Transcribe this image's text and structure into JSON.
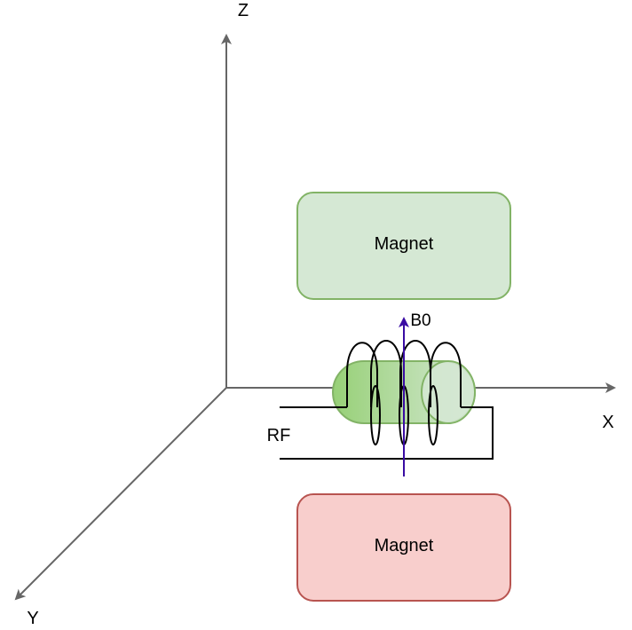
{
  "diagram": {
    "axes": {
      "z_label": "Z",
      "x_label": "X",
      "y_label": "Y"
    },
    "magnets": {
      "top_label": "Magnet",
      "bottom_label": "Magnet"
    },
    "field": {
      "label": "B0"
    },
    "coil": {
      "label": "RF"
    },
    "colors": {
      "axis": "#666666",
      "magnet_top_fill": "#d5e8d4",
      "magnet_top_stroke": "#82b366",
      "magnet_bottom_fill": "#f8cecc",
      "magnet_bottom_stroke": "#b85450",
      "sample_fill_left": "#97d077",
      "sample_fill_right": "#d5e8d4",
      "sample_stroke": "#82b366",
      "field_arrow": "#3a0ca3",
      "coil_wire": "#000000"
    }
  }
}
